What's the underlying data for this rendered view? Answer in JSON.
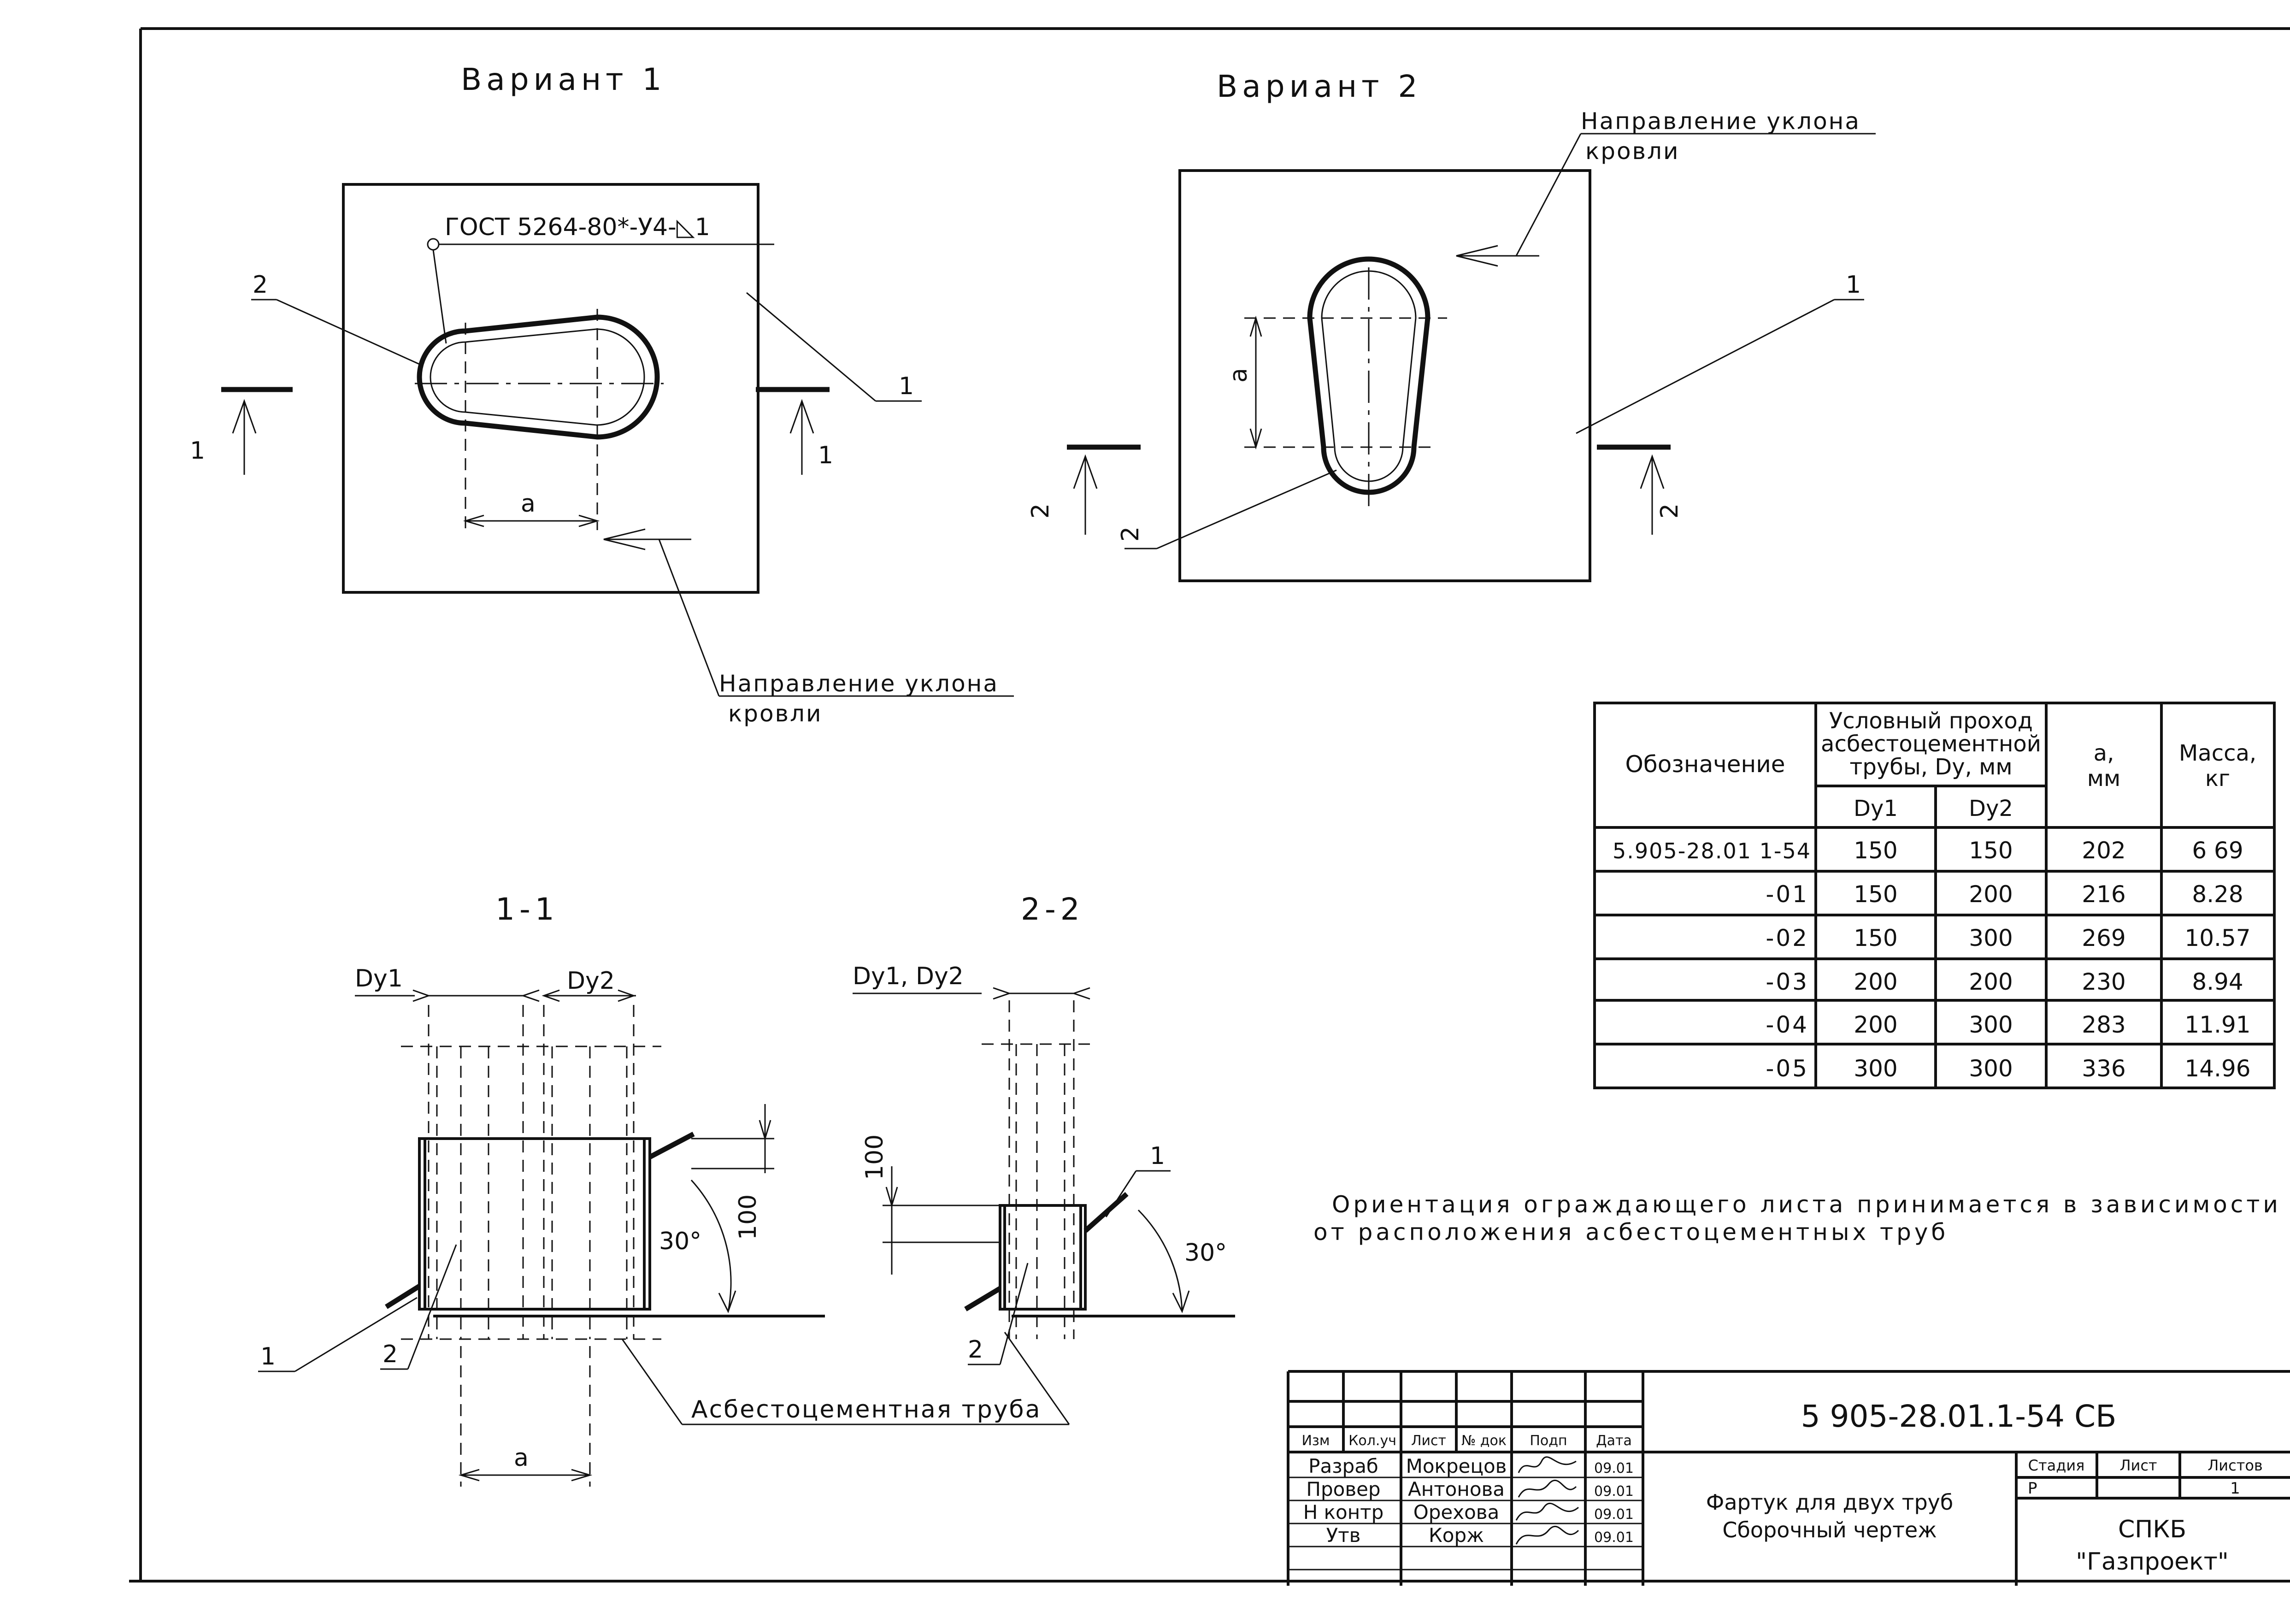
{
  "variant1": {
    "title": "Вариант 1",
    "weld_note": "ГОСТ 5264-80*-У4-◺1",
    "leaders": {
      "part2": "2",
      "part1": "1"
    },
    "section_mark": "1",
    "dim_a": "a",
    "slope_label": "Направление уклона",
    "slope_label2": "кровли"
  },
  "variant2": {
    "title": "Вариант 2",
    "slope_label": "Направление уклона",
    "slope_label2": "кровли",
    "leaders": {
      "part1": "1",
      "part2": "2"
    },
    "section_mark": "2",
    "dim_a": "a"
  },
  "section11": {
    "title": "1-1",
    "dy1": "Dy1",
    "dy2": "Dy2",
    "dim_100": "100",
    "angle": "30°",
    "leaders": {
      "part1": "1",
      "part2": "2"
    },
    "dim_a": "a",
    "pipe_label": "Асбестоцементная труба"
  },
  "section22": {
    "title": "2-2",
    "dy": "Dy1, Dy2",
    "dim_100": "100",
    "angle": "30°",
    "leaders": {
      "part1": "1",
      "part2": "2"
    }
  },
  "table": {
    "headers": {
      "designation": "Обозначение",
      "nominal_line1": "Условный проход",
      "nominal_line2": "асбестоцементной",
      "nominal_line3": "трубы, Dy, мм",
      "a_line1": "a,",
      "a_line2": "мм",
      "mass_line1": "Масса,",
      "mass_line2": "кг",
      "dy1": "Dy1",
      "dy2": "Dy2"
    },
    "rows": [
      {
        "designation": "5.905-28.01 1-54",
        "dy1": "150",
        "dy2": "150",
        "a": "202",
        "mass": "6 69"
      },
      {
        "designation": "-01",
        "dy1": "150",
        "dy2": "200",
        "a": "216",
        "mass": "8.28"
      },
      {
        "designation": "-02",
        "dy1": "150",
        "dy2": "300",
        "a": "269",
        "mass": "10.57"
      },
      {
        "designation": "-03",
        "dy1": "200",
        "dy2": "200",
        "a": "230",
        "mass": "8.94"
      },
      {
        "designation": "-04",
        "dy1": "200",
        "dy2": "300",
        "a": "283",
        "mass": "11.91"
      },
      {
        "designation": "-05",
        "dy1": "300",
        "dy2": "300",
        "a": "336",
        "mass": "14.96"
      }
    ]
  },
  "note": {
    "line1": "Ориентация ограждающего листа принимается в зависимости",
    "line2": "от расположения асбестоцементных труб"
  },
  "titleblock": {
    "doc_code": "5 905-28.01.1-54 СБ",
    "col_headers": [
      "Изм",
      "Кол.уч",
      "Лист",
      "№ док",
      "Подп",
      "Дата"
    ],
    "roles": [
      {
        "role": "Разраб",
        "name": "Мокрецов",
        "date": "09.01"
      },
      {
        "role": "Провер",
        "name": "Антонова",
        "date": "09.01"
      },
      {
        "role": "Н контр",
        "name": "Орехова",
        "date": "09.01"
      },
      {
        "role": "Утв",
        "name": "Корж",
        "date": "09.01"
      }
    ],
    "title_line1": "Фартук для двух труб",
    "title_line2": "Сборочный чертеж",
    "stage_label": "Стадия",
    "sheet_label": "Лист",
    "sheets_label": "Листов",
    "stage": "Р",
    "sheets": "1",
    "org_line1": "СПКБ",
    "org_line2": "\"Газпроект\""
  }
}
